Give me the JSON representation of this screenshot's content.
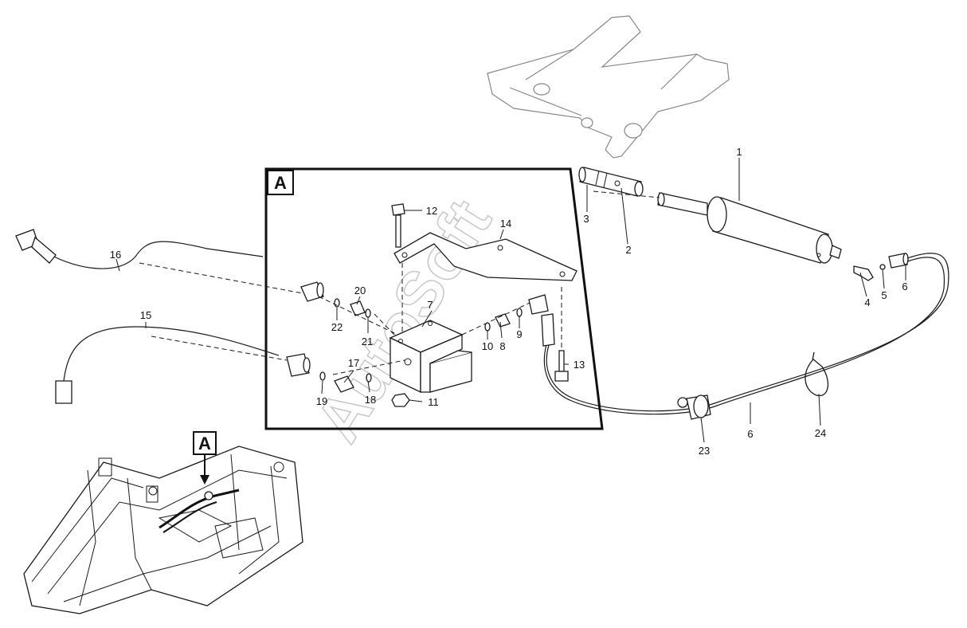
{
  "detail_label": "A",
  "overview_label": "A",
  "watermark": "AutoSoft",
  "callouts": {
    "c1": "1",
    "c2": "2",
    "c3": "3",
    "c4": "4",
    "c5": "5",
    "c6a": "6",
    "c6b": "6",
    "c7": "7",
    "c8": "8",
    "c9": "9",
    "c10": "10",
    "c11": "11",
    "c12": "12",
    "c13": "13",
    "c14": "14",
    "c15": "15",
    "c16": "16",
    "c17": "17",
    "c18": "18",
    "c19": "19",
    "c20": "20",
    "c21": "21",
    "c22": "22",
    "c23": "23",
    "c24": "24"
  }
}
